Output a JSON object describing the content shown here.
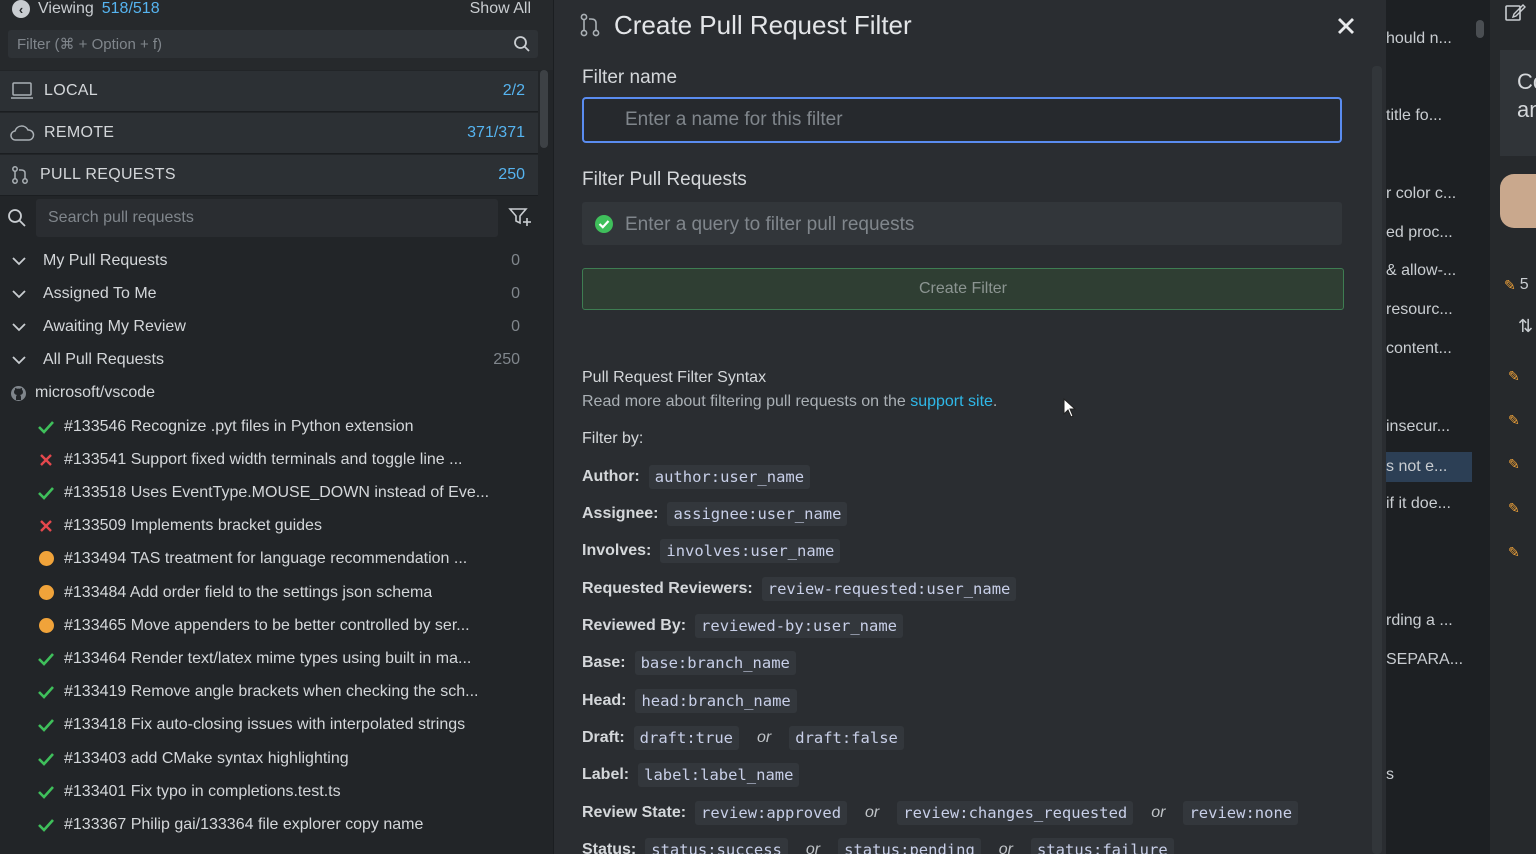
{
  "sidebar": {
    "viewing_label": "Viewing",
    "viewing_count": "518/518",
    "show_all": "Show All",
    "filter_placeholder": "Filter (⌘ + Option + f)",
    "sections": [
      {
        "label": "LOCAL",
        "count": "2/2"
      },
      {
        "label": "REMOTE",
        "count": "371/371"
      },
      {
        "label": "PULL REQUESTS",
        "count": "250"
      }
    ],
    "search_placeholder": "Search pull requests",
    "groups": [
      {
        "label": "My Pull Requests",
        "count": "0"
      },
      {
        "label": "Assigned To Me",
        "count": "0"
      },
      {
        "label": "Awaiting My Review",
        "count": "0"
      },
      {
        "label": "All Pull Requests",
        "count": "250"
      }
    ],
    "repo": "microsoft/vscode",
    "pull_requests": [
      {
        "title": "#133546 Recognize .pyt files in Python extension",
        "status": "success"
      },
      {
        "title": "#133541 Support fixed width terminals and toggle line ...",
        "status": "failure"
      },
      {
        "title": "#133518 Uses EventType.MOUSE_DOWN instead of Eve...",
        "status": "success"
      },
      {
        "title": "#133509 Implements bracket guides",
        "status": "failure"
      },
      {
        "title": "#133494 TAS treatment for language recommendation ...",
        "status": "pending"
      },
      {
        "title": "#133484 Add order field to the settings json schema",
        "status": "pending"
      },
      {
        "title": "#133465 Move appenders to be better controlled by ser...",
        "status": "pending"
      },
      {
        "title": "#133464 Render text/latex mime types using built in ma...",
        "status": "success"
      },
      {
        "title": "#133419 Remove angle brackets when checking the sch...",
        "status": "success"
      },
      {
        "title": "#133418 Fix auto-closing issues with interpolated strings",
        "status": "success"
      },
      {
        "title": "#133403 add CMake syntax highlighting",
        "status": "success"
      },
      {
        "title": "#133401 Fix typo in completions.test.ts",
        "status": "success"
      },
      {
        "title": "#133367 Philip gai/133364 file explorer copy name",
        "status": "success"
      }
    ]
  },
  "modal": {
    "title": "Create Pull Request Filter",
    "filter_name_label": "Filter name",
    "filter_name_placeholder": "Enter a name for this filter",
    "filter_prs_label": "Filter Pull Requests",
    "query_placeholder": "Enter a query to filter pull requests",
    "create_button": "Create Filter",
    "syntax_title": "Pull Request Filter Syntax",
    "syntax_read_more": "Read more about filtering pull requests on the ",
    "syntax_link": "support site",
    "syntax_period": ".",
    "filter_by": "Filter by:",
    "rows": [
      {
        "label": "Author:",
        "codes": [
          "author:user_name"
        ]
      },
      {
        "label": "Assignee:",
        "codes": [
          "assignee:user_name"
        ]
      },
      {
        "label": "Involves:",
        "codes": [
          "involves:user_name"
        ]
      },
      {
        "label": "Requested Reviewers:",
        "codes": [
          "review-requested:user_name"
        ]
      },
      {
        "label": "Reviewed By:",
        "codes": [
          "reviewed-by:user_name"
        ]
      },
      {
        "label": "Base:",
        "codes": [
          "base:branch_name"
        ]
      },
      {
        "label": "Head:",
        "codes": [
          "head:branch_name"
        ]
      },
      {
        "label": "Draft:",
        "codes": [
          "draft:true",
          "draft:false"
        ]
      },
      {
        "label": "Label:",
        "codes": [
          "label:label_name"
        ]
      },
      {
        "label": "Review State:",
        "codes": [
          "review:approved",
          "review:changes_requested",
          "review:none"
        ]
      },
      {
        "label": "Status:",
        "codes": [
          "status:success",
          "status:pending",
          "status:failure"
        ]
      }
    ],
    "or_word": "or"
  },
  "background_panel": {
    "snippets": [
      "hould n...",
      "title fo...",
      "r color c...",
      "ed proc...",
      "& allow-...",
      "resourc...",
      "content...",
      "insecur...",
      "s not e...",
      "if it doe...",
      "rding a ...",
      "SEPARA...",
      "s"
    ],
    "card_text": "Co\nan",
    "side_number": "5"
  },
  "colors": {
    "accent_blue": "#56b4f0",
    "success": "#3fbf5b",
    "failure": "#e5484d",
    "pending": "#f0a33a",
    "link": "#2fb8e8"
  }
}
